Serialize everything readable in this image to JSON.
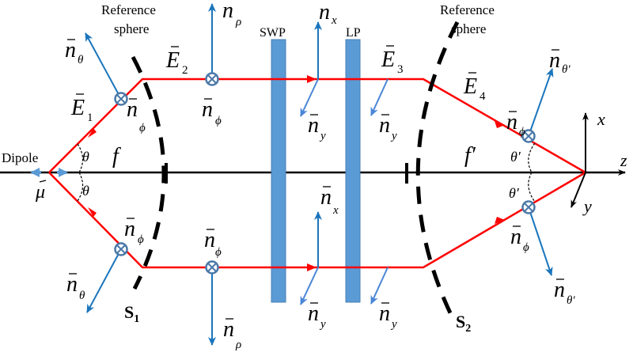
{
  "colors": {
    "ray": "#ff0000",
    "vector": "#1b75bc",
    "vector_light": "#4a86d6",
    "dipole": "#5b9bd5",
    "plate": "#5b9bd5",
    "plate_border": "#4a7fb5",
    "marker": "#4a78a8",
    "axis": "#000000"
  },
  "labels": {
    "dipole": "Dipole",
    "mu": "μ",
    "theta": "θ",
    "theta_prime": "θ′",
    "f": "f",
    "f_prime": "f′",
    "ref_sphere_left_line1": "Reference",
    "ref_sphere_left_line2": "sphere",
    "ref_sphere_right_line1": "Reference",
    "ref_sphere_right_line2": "sphere",
    "s1": "S",
    "s1_sub": "1",
    "s2": "S",
    "s2_sub": "2",
    "swp": "SWP",
    "lp": "LP",
    "axis_z": "z",
    "axis_x": "x",
    "axis_y": "y",
    "E": "E",
    "E1_sub": "1",
    "E2_sub": "2",
    "E3_sub": "3",
    "E4_sub": "4",
    "n": "n",
    "sub_theta": "θ",
    "sub_theta_prime": "θ′",
    "sub_phi": "ϕ",
    "sub_rho": "ρ",
    "sub_x": "x",
    "sub_y": "y"
  }
}
